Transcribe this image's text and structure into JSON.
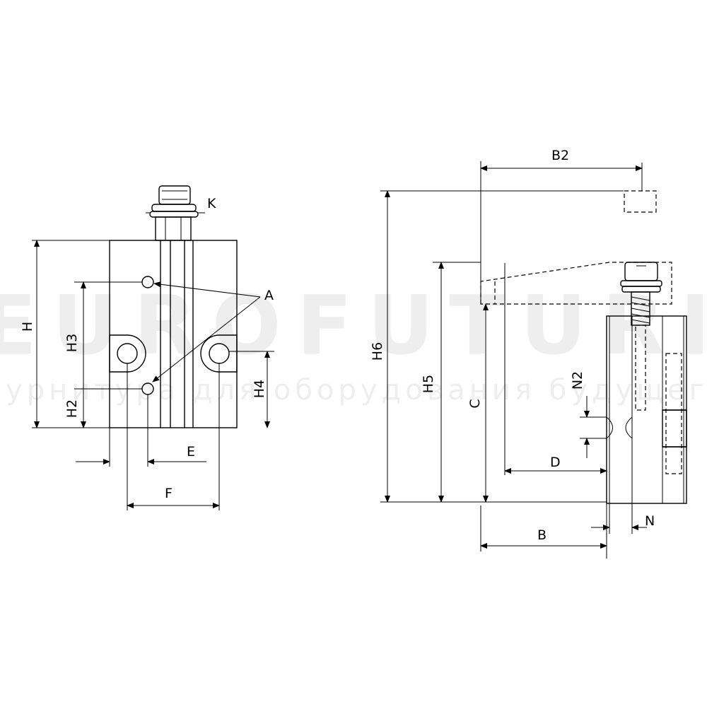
{
  "front_view": {
    "labels": {
      "K": "K",
      "A": "A",
      "H": "H",
      "H2": "H2",
      "H3": "H3",
      "H4": "H4",
      "E": "E",
      "F": "F"
    }
  },
  "side_view": {
    "labels": {
      "B2": "B2",
      "H6": "H6",
      "H5": "H5",
      "C": "C",
      "N2": "N2",
      "D": "D",
      "B": "B",
      "N": "N"
    }
  },
  "watermark": {
    "brand": "EUROFUTURI",
    "tagline": "фурнитура для оборудования будущего"
  }
}
